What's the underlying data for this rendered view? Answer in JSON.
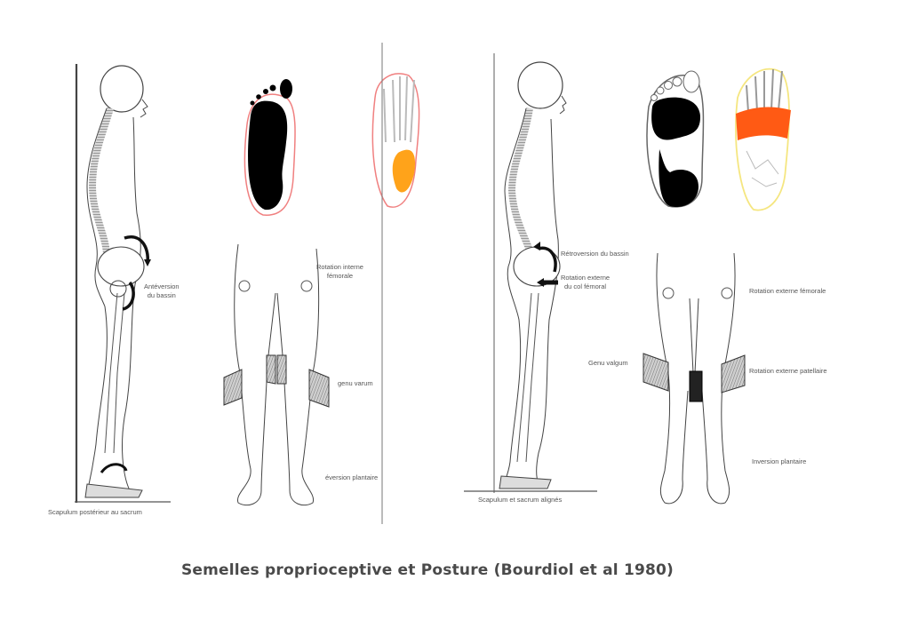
{
  "figure": {
    "caption": "Semelles proprioceptive et Posture (Bourdiol et al 1980)",
    "colors": {
      "line": "#333333",
      "footprint": "#000000",
      "left_foot_outline": "#f08080",
      "left_highlight": "#ffa31a",
      "right_foot_outline": "#f5e680",
      "right_highlight": "#ff5a14",
      "wedge_fill": "#b0b0b0",
      "caption": "#4a4a4a"
    }
  },
  "panel_left": {
    "side_view": {
      "annotation_pelvis_1": "Antéversion",
      "annotation_pelvis_2": "du bassin",
      "baseline_label": "Scapulum postérieur au sacrum"
    },
    "front_view": {
      "annotation_femur_1": "Rotation interne",
      "annotation_femur_2": "fémorale",
      "annotation_knee": "genu varum",
      "annotation_foot": "éversion plantaire"
    }
  },
  "panel_right": {
    "side_view": {
      "annotation_pelvis": "Rétroversion du bassin",
      "annotation_femoral_neck_1": "Rotation externe",
      "annotation_femoral_neck_2": "du col fémoral",
      "baseline_label": "Scapulum et sacrum alignés"
    },
    "front_view": {
      "annotation_knee_left": "Genu valgum",
      "annotation_femur": "Rotation externe fémorale",
      "annotation_patella": "Rotation externe patellaire",
      "annotation_foot": "Inversion plantaire"
    }
  }
}
